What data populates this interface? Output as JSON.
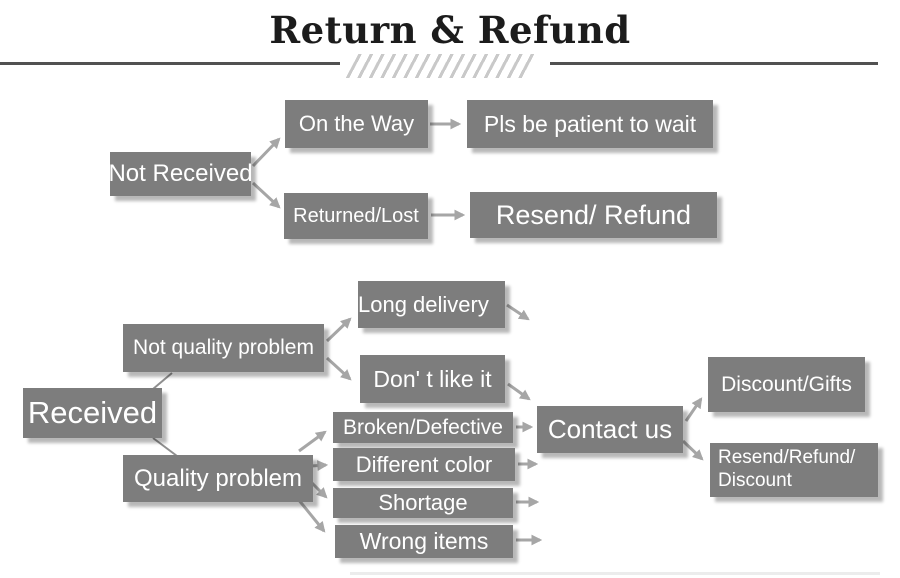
{
  "title": "Return & Refund",
  "colors": {
    "background": "#ffffff",
    "box_fill": "#7d7d7d",
    "box_text": "#ffffff",
    "arrow": "#a6a6a6",
    "connector": "#8f8f8f",
    "divider": "#515151",
    "hatch": "#c9c9c9",
    "title_text": "#1c1c1c"
  },
  "nodes": [
    {
      "id": "not-received",
      "label": "Not Received"
    },
    {
      "id": "on-the-way",
      "label": "On the Way"
    },
    {
      "id": "pls-be-patient",
      "label": "Pls be patient to wait"
    },
    {
      "id": "returned-lost",
      "label": "Returned/Lost"
    },
    {
      "id": "resend-refund",
      "label": "Resend/ Refund"
    },
    {
      "id": "received",
      "label": "Received"
    },
    {
      "id": "not-quality-problem",
      "label": "Not quality problem"
    },
    {
      "id": "quality-problem",
      "label": "Quality problem"
    },
    {
      "id": "long-delivery",
      "label": "Long delivery"
    },
    {
      "id": "dont-like-it",
      "label": "Don' t like it"
    },
    {
      "id": "broken-defective",
      "label": "Broken/Defective"
    },
    {
      "id": "different-color",
      "label": "Different color"
    },
    {
      "id": "shortage",
      "label": "Shortage"
    },
    {
      "id": "wrong-items",
      "label": "Wrong items"
    },
    {
      "id": "contact-us",
      "label": "Contact us"
    },
    {
      "id": "discount-gifts",
      "label": "Discount/Gifts"
    },
    {
      "id": "resend-refund-discount",
      "label": "Resend/Refund/\nDiscount"
    }
  ],
  "edges": [
    {
      "from": "not-received",
      "to": "on-the-way",
      "style": "arrow"
    },
    {
      "from": "not-received",
      "to": "returned-lost",
      "style": "arrow"
    },
    {
      "from": "on-the-way",
      "to": "pls-be-patient",
      "style": "arrow"
    },
    {
      "from": "returned-lost",
      "to": "resend-refund",
      "style": "arrow"
    },
    {
      "from": "received",
      "to": "not-quality-problem",
      "style": "line"
    },
    {
      "from": "received",
      "to": "quality-problem",
      "style": "line"
    },
    {
      "from": "not-quality-problem",
      "to": "long-delivery",
      "style": "arrow"
    },
    {
      "from": "not-quality-problem",
      "to": "dont-like-it",
      "style": "arrow"
    },
    {
      "from": "long-delivery",
      "to": "",
      "style": "arrow"
    },
    {
      "from": "dont-like-it",
      "to": "contact-us",
      "style": "arrow"
    },
    {
      "from": "quality-problem",
      "to": "broken-defective",
      "style": "arrow"
    },
    {
      "from": "quality-problem",
      "to": "different-color",
      "style": "arrow"
    },
    {
      "from": "quality-problem",
      "to": "shortage",
      "style": "arrow"
    },
    {
      "from": "quality-problem",
      "to": "wrong-items",
      "style": "arrow"
    },
    {
      "from": "broken-defective",
      "to": "contact-us",
      "style": "arrow"
    },
    {
      "from": "different-color",
      "to": "contact-us",
      "style": "arrow"
    },
    {
      "from": "shortage",
      "to": "contact-us",
      "style": "arrow"
    },
    {
      "from": "wrong-items",
      "to": "contact-us",
      "style": "arrow"
    },
    {
      "from": "contact-us",
      "to": "discount-gifts",
      "style": "arrow"
    },
    {
      "from": "contact-us",
      "to": "resend-refund-discount",
      "style": "arrow"
    }
  ]
}
